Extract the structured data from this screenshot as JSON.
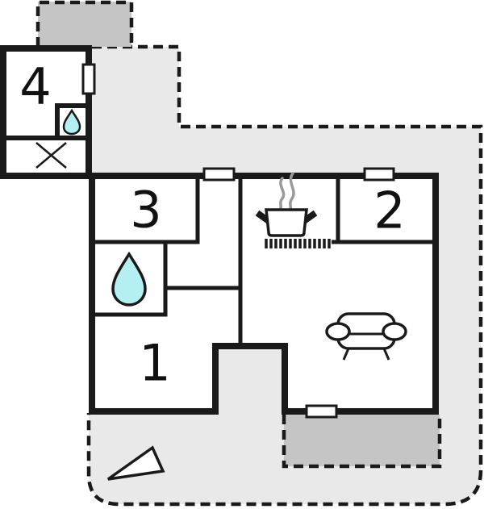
{
  "title": "floor-plan",
  "rooms": [
    {
      "label": "1"
    },
    {
      "label": "2"
    },
    {
      "label": "3"
    },
    {
      "label": "4"
    }
  ],
  "icons": [
    "water-drop-icon",
    "water-drop-small-icon",
    "cross-icon",
    "pot-icon",
    "steam-icon",
    "stove-hatch-icon",
    "sofa-icon",
    "direction-arrow-icon",
    "window"
  ],
  "colors": {
    "wall": "#1a1a1a",
    "terrace": "#e9e9e9",
    "patio": "#c5c5c5",
    "room": "#ffffff",
    "water": "#b4f0f2",
    "steam": "#9a9a9a"
  }
}
